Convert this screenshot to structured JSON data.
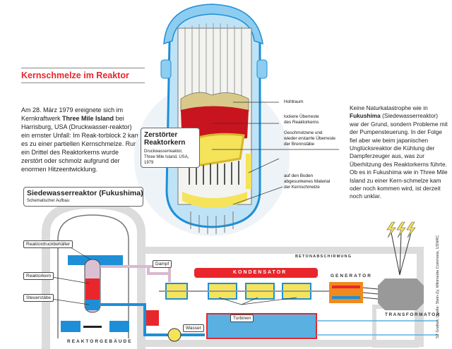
{
  "header": {
    "title": "Kernschmelze im Reaktor"
  },
  "intro": {
    "text_before": "Am 28. März 1979 ereignete sich im Kernkraftwerk ",
    "highlight": "Three Mile Island",
    "text_after": " bei Harrisburg, USA (Druckwasser-reaktor) ein ernster Unfall: Im Reak-torblock 2 kam es zu einer partiellen Kernschmelze. Rund ein Drittel des Reaktorkerns wurde zerstört oder schmolz aufgrund der enormen Hitzeentwicklung."
  },
  "core_box": {
    "title_line1": "Zerstörter",
    "title_line2": "Reaktorkern",
    "subtitle_line1": "Druckwasserreaktor,",
    "subtitle_line2": "Three Mile Island, USA, 1979"
  },
  "core_labels": {
    "hohlraum": "Hohlraum",
    "lockere_1": "lockere Überreste",
    "lockere_2": "des Reaktorkerns",
    "geschmolzen_1": "Geschmolzene und",
    "geschmolzen_2": "wieder erstarrte Überreste",
    "geschmolzen_3": "der Brennstäbe",
    "boden_1": "auf den Boden",
    "boden_2": "abgesunkenes Material",
    "boden_3": "der Kernschmelze"
  },
  "right_text": {
    "text_before": "Keine Naturkatastrophe wie in ",
    "highlight": "Fukushima",
    "text_after": " (Siedewasserreaktor) war der Grund, sondern Probleme mit der Pumpensteuerung. In der Folge fiel aber wie beim japanischen Unglücksreaktor die Kühlung der Dampferzeuger aus, was zur Überhitzung des Reaktorkerns führte. Ob es in Fukushima wie in Three Mile Island zu einer Kern-schmelze kam oder noch kommen wird, ist derzeit noch unklar."
  },
  "bwr_box": {
    "title": "Siedewasserreaktor (Fukushima)",
    "subtitle": "Schematischer Aufbau"
  },
  "schematic": {
    "reaktordruckbehaelter": "Reaktordruckbehälter",
    "reaktorkern": "Reaktorkern",
    "steuerstaebe": "Steuerstäbe",
    "reaktorgebaeude": "REAKTORGEBÄUDE",
    "betonabschirmung": "BETONABSCHIRMUNG",
    "dampf": "Dampf",
    "kondensator": "KONDENSATOR",
    "turbinen": "Turbinen",
    "wasser": "Wasser",
    "generator": "GENERATOR",
    "transformator": "TRANSFORMATOR"
  },
  "credit": "SZ Grafien; Quelle: Stein-Zy, Wikimedia Commons, USNRC",
  "colors": {
    "accent_red": "#e8262c",
    "water_blue": "#1e8fd6",
    "steam_pink": "#d9b9cf",
    "turbine_yellow": "#f5e35a",
    "generator_orange": "#f08a1c",
    "concrete_gray": "#dcdcdc"
  }
}
